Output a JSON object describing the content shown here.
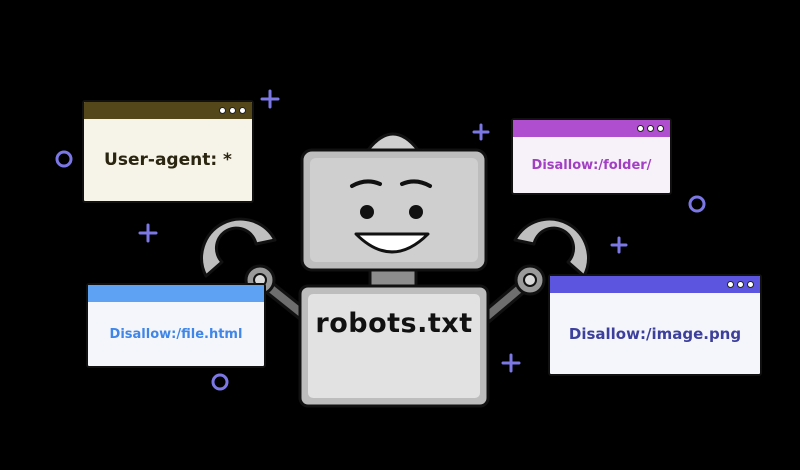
{
  "colors": {
    "background": "#000000",
    "user_agent_bar": "#54481a",
    "folder_bar": "#b04ed0",
    "file_bar": "#5ea2f3",
    "image_bar": "#5b55e0",
    "sparkle": "#7b78e6"
  },
  "cards": {
    "user_agent": "User-agent: *",
    "folder": "Disallow:/folder/",
    "file": "Disallow:/file.html",
    "image": "Disallow:/image.png"
  },
  "robot": {
    "label": "robots.txt"
  },
  "icons": {
    "robot": "robot-icon",
    "plus": "plus-sparkle-icon",
    "circle": "circle-sparkle-icon"
  }
}
